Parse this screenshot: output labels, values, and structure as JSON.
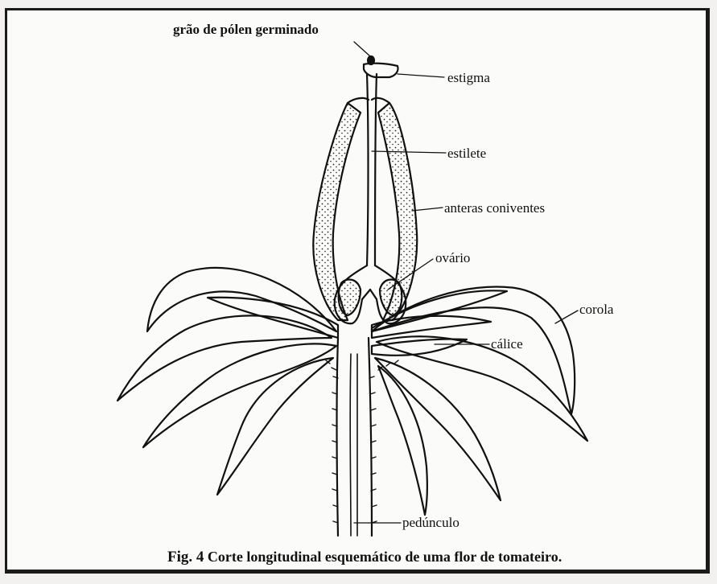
{
  "labels": {
    "pollen": "grão de pólen germinado",
    "stigma": "estigma",
    "style": "estilete",
    "anthers": "anteras coniventes",
    "ovary": "ovário",
    "corolla": "corola",
    "calyx": "cálice",
    "peduncle": "pedúnculo"
  },
  "caption": {
    "number": "Fig. 4",
    "text": "Corte longitudinal esquemático de uma flor de tomateiro."
  }
}
